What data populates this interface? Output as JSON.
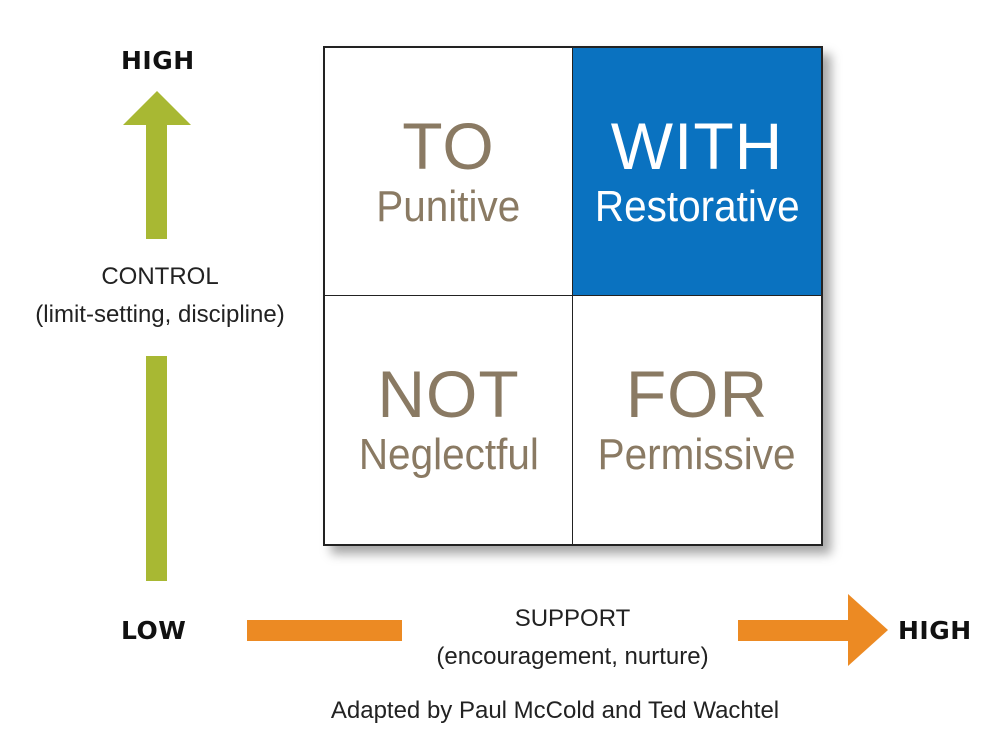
{
  "axes": {
    "control": {
      "high_label": "HIGH",
      "title": "CONTROL",
      "subtitle": "(limit-setting, discipline)",
      "color": "#a8b833"
    },
    "support": {
      "low_label": "LOW",
      "high_label": "HIGH",
      "title": "SUPPORT",
      "subtitle": "(encouragement, nurture)",
      "color": "#ec8a23"
    }
  },
  "quadrants": {
    "top_left": {
      "main": "TO",
      "sub": "Punitive"
    },
    "top_right": {
      "main": "WITH",
      "sub": "Restorative",
      "fill": "#0a72c0"
    },
    "bottom_left": {
      "main": "NOT",
      "sub": "Neglectful"
    },
    "bottom_right": {
      "main": "FOR",
      "sub": "Permissive"
    }
  },
  "text_color": "#8a7a63",
  "credit": "Adapted by Paul McCold and Ted Wachtel"
}
